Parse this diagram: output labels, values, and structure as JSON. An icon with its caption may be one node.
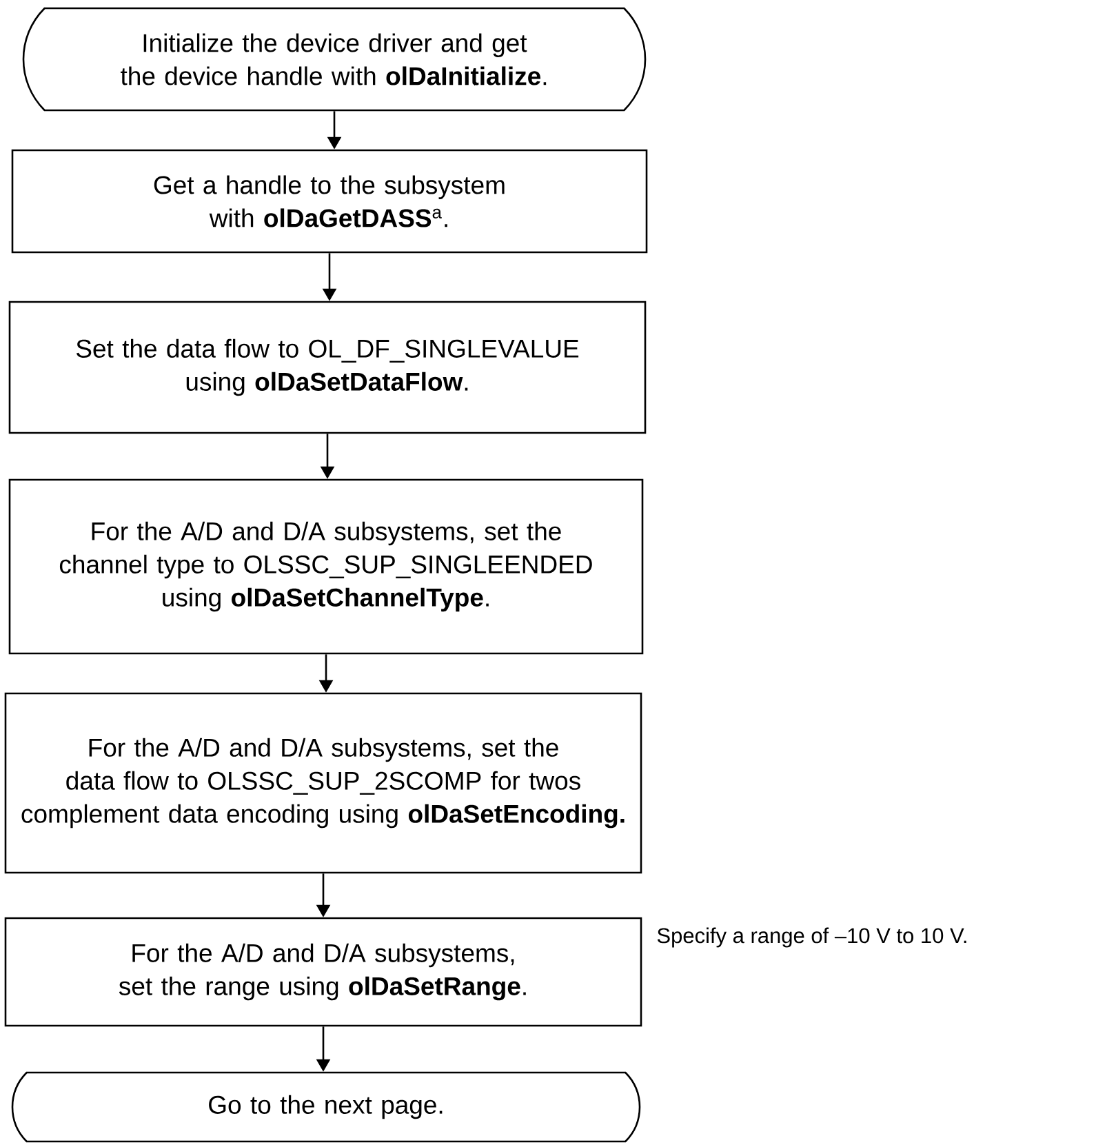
{
  "diagram": {
    "nodes": [
      {
        "text": [
          "Initialize the device driver and get the device handle with **olDaInitialize**."
        ]
      },
      {
        "text": [
          "Get a handle to the subsystem with **olDaGetDASS**$^{a}$."
        ]
      },
      {
        "text": [
          "Set the data flow to OL_DF_SINGLEVALUE using **olDaSetDataFlow**."
        ]
      },
      {
        "text": [
          "For the A/D and D/A subsystems, set the channel type to OLSSC_SUP_SINGLEENDED using **olDaSetChannelType**."
        ]
      },
      {
        "text": [
          "For the A/D and D/A subsystems, set the data flow to OLSSC_SUP_2SCOMP for twos complement data encoding using **olDaSetEncoding.**"
        ]
      },
      {
        "text": [
          "For the A/D and D/A subsystems, set the range using **olDaSetRange**."
        ],
        "beside": [
          "Specify a range of –10 V to 10 V."
        ]
      },
      {
        "text": [
          "Go to the next page."
        ]
      }
    ],
    "edges": [
      {
        "from": 0,
        "to": 1,
        "arrow": "to"
      },
      {
        "from": 1,
        "to": 2,
        "arrow": "to"
      },
      {
        "from": 2,
        "to": 3,
        "arrow": "to"
      },
      {
        "from": 3,
        "to": 4,
        "arrow": "to"
      },
      {
        "from": 4,
        "to": 5,
        "arrow": "to"
      },
      {
        "from": 5,
        "to": 6,
        "arrow": "to"
      }
    ]
  }
}
